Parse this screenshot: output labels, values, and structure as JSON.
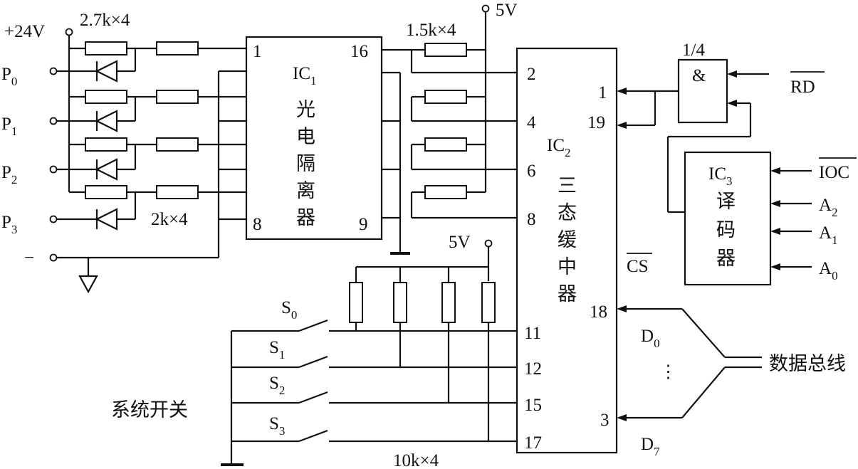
{
  "labels": {
    "v24": "+24V",
    "minus": "−",
    "r_in": "2.7k×4",
    "r_mid": "2k×4",
    "r_out": "1.5k×4",
    "r_sw": "10k×4",
    "v5_top": "5V",
    "v5_mid": "5V",
    "gate_frac": "1/4",
    "gate_and": "&",
    "rd": "RD",
    "ioc": "IOC",
    "cs": "CS",
    "bus": "数据总线",
    "sys_switch": "系统开关",
    "dots": "⋮"
  },
  "inputs": [
    {
      "base": "P",
      "sub": "0"
    },
    {
      "base": "P",
      "sub": "1"
    },
    {
      "base": "P",
      "sub": "2"
    },
    {
      "base": "P",
      "sub": "3"
    }
  ],
  "switches": [
    {
      "base": "S",
      "sub": "0"
    },
    {
      "base": "S",
      "sub": "1"
    },
    {
      "base": "S",
      "sub": "2"
    },
    {
      "base": "S",
      "sub": "3"
    }
  ],
  "ic1": {
    "base": "IC",
    "sub": "1",
    "chars": [
      "光",
      "电",
      "隔",
      "离",
      "器"
    ],
    "pins": [
      "1",
      "8",
      "16",
      "9"
    ]
  },
  "ic2": {
    "base": "IC",
    "sub": "2",
    "chars": [
      "三",
      "态",
      "缓",
      "中",
      "器"
    ],
    "pins_left": [
      "2",
      "4",
      "6",
      "8",
      "11",
      "12",
      "15",
      "17"
    ],
    "pins_right": [
      "1",
      "19",
      "18",
      "3"
    ]
  },
  "ic3": {
    "base": "IC",
    "sub": "3",
    "chars": [
      "译",
      "码",
      "器"
    ]
  },
  "address": [
    {
      "base": "A",
      "sub": "2"
    },
    {
      "base": "A",
      "sub": "1"
    },
    {
      "base": "A",
      "sub": "0"
    }
  ],
  "data_lines": [
    {
      "base": "D",
      "sub": "0"
    },
    {
      "base": "D",
      "sub": "7"
    }
  ]
}
